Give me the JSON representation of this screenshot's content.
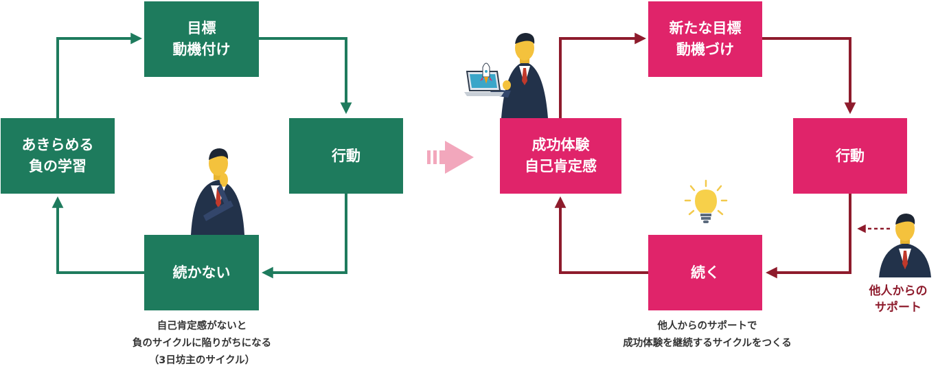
{
  "left_cycle": {
    "nodes": {
      "goal": [
        "目標",
        "動機付け"
      ],
      "action": [
        "行動"
      ],
      "fail": [
        "続かない"
      ],
      "giveup": [
        "あきらめる",
        "負の学習"
      ]
    },
    "caption": [
      "自己肯定感がないと",
      "負のサイクルに陥りがちになる",
      "（3日坊主のサイクル）"
    ],
    "colors": {
      "box": "#1e7b5d",
      "arrow": "#1e7b5d"
    }
  },
  "right_cycle": {
    "nodes": {
      "goal": [
        "新たな目標",
        "動機づけ"
      ],
      "action": [
        "行動"
      ],
      "continue": [
        "続く"
      ],
      "success": [
        "成功体験",
        "自己肯定感"
      ]
    },
    "caption": [
      "他人からのサポートで",
      "成功体験を継続するサイクルをつくる"
    ],
    "support_label": [
      "他人からの",
      "サポート"
    ],
    "colors": {
      "box": "#e0246a",
      "arrow": "#8e1b2c"
    }
  },
  "transition_arrow_color": "#f2a7bc",
  "icons": [
    "thinking-businessman-icon",
    "businessman-laptop-rocket-icon",
    "lightbulb-icon",
    "supporter-businessman-icon"
  ]
}
